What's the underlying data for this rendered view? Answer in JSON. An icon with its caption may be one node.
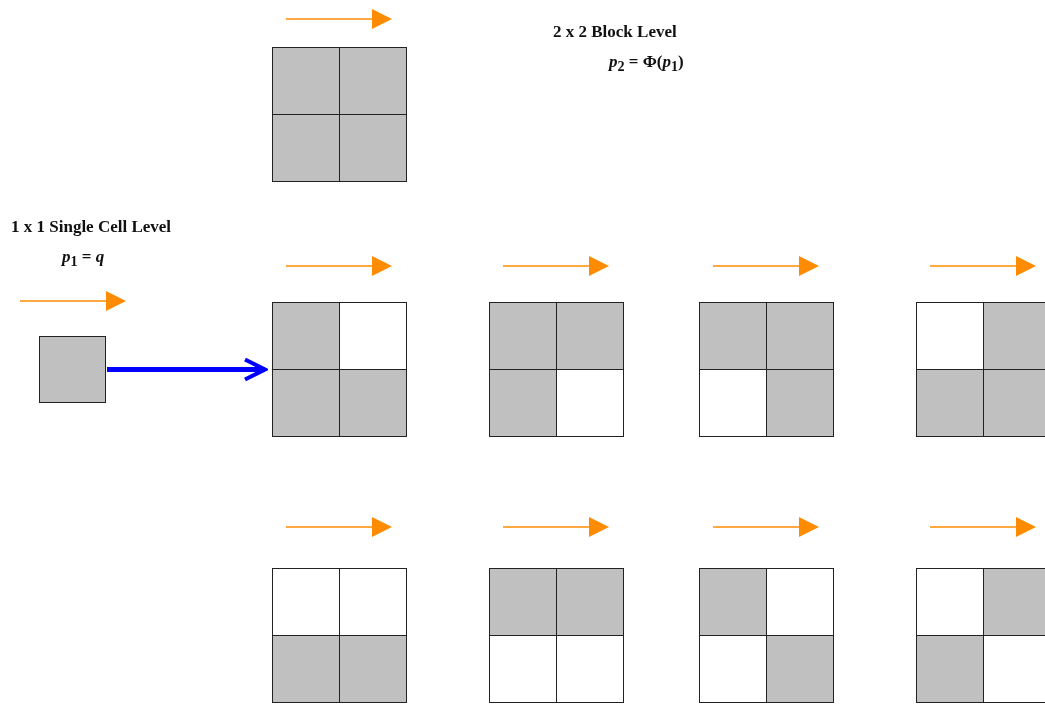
{
  "diagram": {
    "nodes": [
      {
        "text": [],
        "shape": "box"
      },
      {
        "text": [],
        "shape": "box"
      }
    ],
    "edges": [
      {
        "from": 0,
        "to": 1,
        "arrow": "to"
      }
    ],
    "labels": [
      "2 x 2 Block Level",
      "*p*$_{2}$ = Φ(*p*$_{1}$)",
      "1 x 1 Single Cell Level",
      "*p*$_{1}$ = *q*"
    ]
  }
}
